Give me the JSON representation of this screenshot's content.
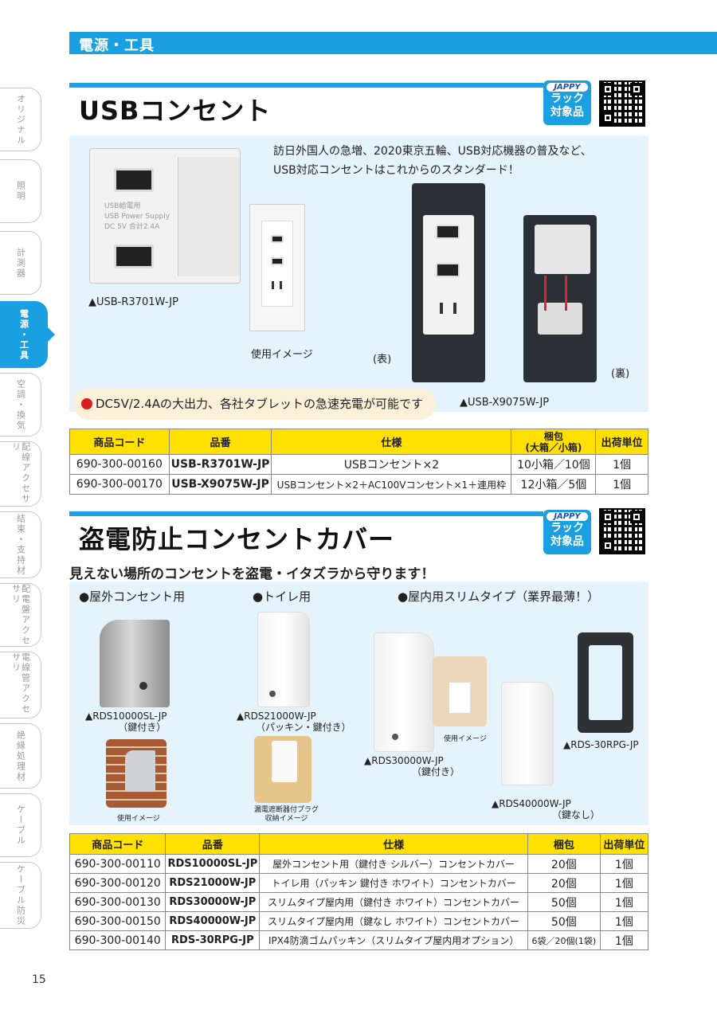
{
  "category": "電源・工具",
  "side_tabs": [
    {
      "label": "オリジナル",
      "active": false
    },
    {
      "label": "照明",
      "active": false
    },
    {
      "label": "計測器",
      "active": false
    },
    {
      "label": "電源・工具",
      "active": true
    },
    {
      "label": "空調・換気",
      "active": false
    },
    {
      "label": "配線アクセサリ",
      "active": false
    },
    {
      "label": "結束・支持材",
      "active": false
    },
    {
      "label": "配電盤アクセサリ",
      "active": false
    },
    {
      "label": "電線管アクセサリ",
      "active": false
    },
    {
      "label": "絶縁処理材",
      "active": false
    },
    {
      "label": "ケーブル",
      "active": false
    },
    {
      "label": "ケーブル防災",
      "active": false
    }
  ],
  "jappy": {
    "brand": "JAPPY",
    "line1": "ラック",
    "line2": "対象品"
  },
  "usb_section": {
    "title": "USBコンセント",
    "intro_line1": "訪日外国人の急増、2020東京五輪、USB対応機器の普及など、",
    "intro_line2": "USB対応コンセントはこれからのスタンダード！",
    "caption_r3701": "▲USB-R3701W-JP",
    "caption_image": "使用イメージ",
    "caption_front": "(表)",
    "caption_back": "(裏)",
    "caption_x9075": "▲USB-X9075W-JP",
    "module_label_1": "USB給電用",
    "module_label_2": "USB Power Supply",
    "module_label_3": "DC 5V 合計2.4A",
    "callout": "DC5V/2.4Aの大出力、各社タブレットの急速充電が可能です",
    "table": {
      "headers": [
        "商品コード",
        "品番",
        "仕様",
        "梱包\n(大箱／小箱)",
        "出荷単位"
      ],
      "rows": [
        [
          "690-300-00160",
          "USB-R3701W-JP",
          "USBコンセント×2",
          "10小箱／10個",
          "1個"
        ],
        [
          "690-300-00170",
          "USB-X9075W-JP",
          "USBコンセント×2＋AC100Vコンセント×1＋連用枠",
          "12小箱／5個",
          "1個"
        ]
      ]
    }
  },
  "cover_section": {
    "title": "盗電防止コンセントカバー",
    "subtitle": "見えない場所のコンセントを盗電・イタズラから守ります！",
    "group_outdoor": "●屋外コンセント用",
    "group_toilet": "●トイレ用",
    "group_slim": "●屋内用スリムタイプ（業界最薄！）",
    "cap_sl": "▲RDS10000SL-JP",
    "cap_sl_sub": "（鍵付き）",
    "cap_21": "▲RDS21000W-JP",
    "cap_21_sub": "（パッキン・鍵付き）",
    "cap_30": "▲RDS30000W-JP",
    "cap_30_sub": "（鍵付き）",
    "cap_40": "▲RDS40000W-JP",
    "cap_40_sub": "（鍵なし）",
    "cap_rpg": "▲RDS-30RPG-JP",
    "img_outdoor": "使用イメージ",
    "img_toilet_1": "漏電遮断器付プラグ",
    "img_toilet_2": "収納イメージ",
    "img_slim": "使用イメージ",
    "table": {
      "headers": [
        "商品コード",
        "品番",
        "仕様",
        "梱包",
        "出荷単位"
      ],
      "rows": [
        [
          "690-300-00110",
          "RDS10000SL-JP",
          "屋外コンセント用（鍵付き シルバー）コンセントカバー",
          "20個",
          "1個"
        ],
        [
          "690-300-00120",
          "RDS21000W-JP",
          "トイレ用（パッキン 鍵付き ホワイト）コンセントカバー",
          "20個",
          "1個"
        ],
        [
          "690-300-00130",
          "RDS30000W-JP",
          "スリムタイプ屋内用（鍵付き ホワイト）コンセントカバー",
          "50個",
          "1個"
        ],
        [
          "690-300-00150",
          "RDS40000W-JP",
          "スリムタイプ屋内用（鍵なし ホワイト）コンセントカバー",
          "50個",
          "1個"
        ],
        [
          "690-300-00140",
          "RDS-30RPG-JP",
          "IPX4防滴ゴムパッキン（スリムタイプ屋内用オプション）",
          "6袋／20個(1袋)",
          "1個"
        ]
      ]
    }
  },
  "page_number": "15",
  "colors": {
    "accent": "#1a9fe0",
    "table_header": "#ffe000",
    "panel_bg": "#e4f3fc",
    "callout_bg": "#fbf0d8",
    "bullet_red": "#d81e1e"
  }
}
